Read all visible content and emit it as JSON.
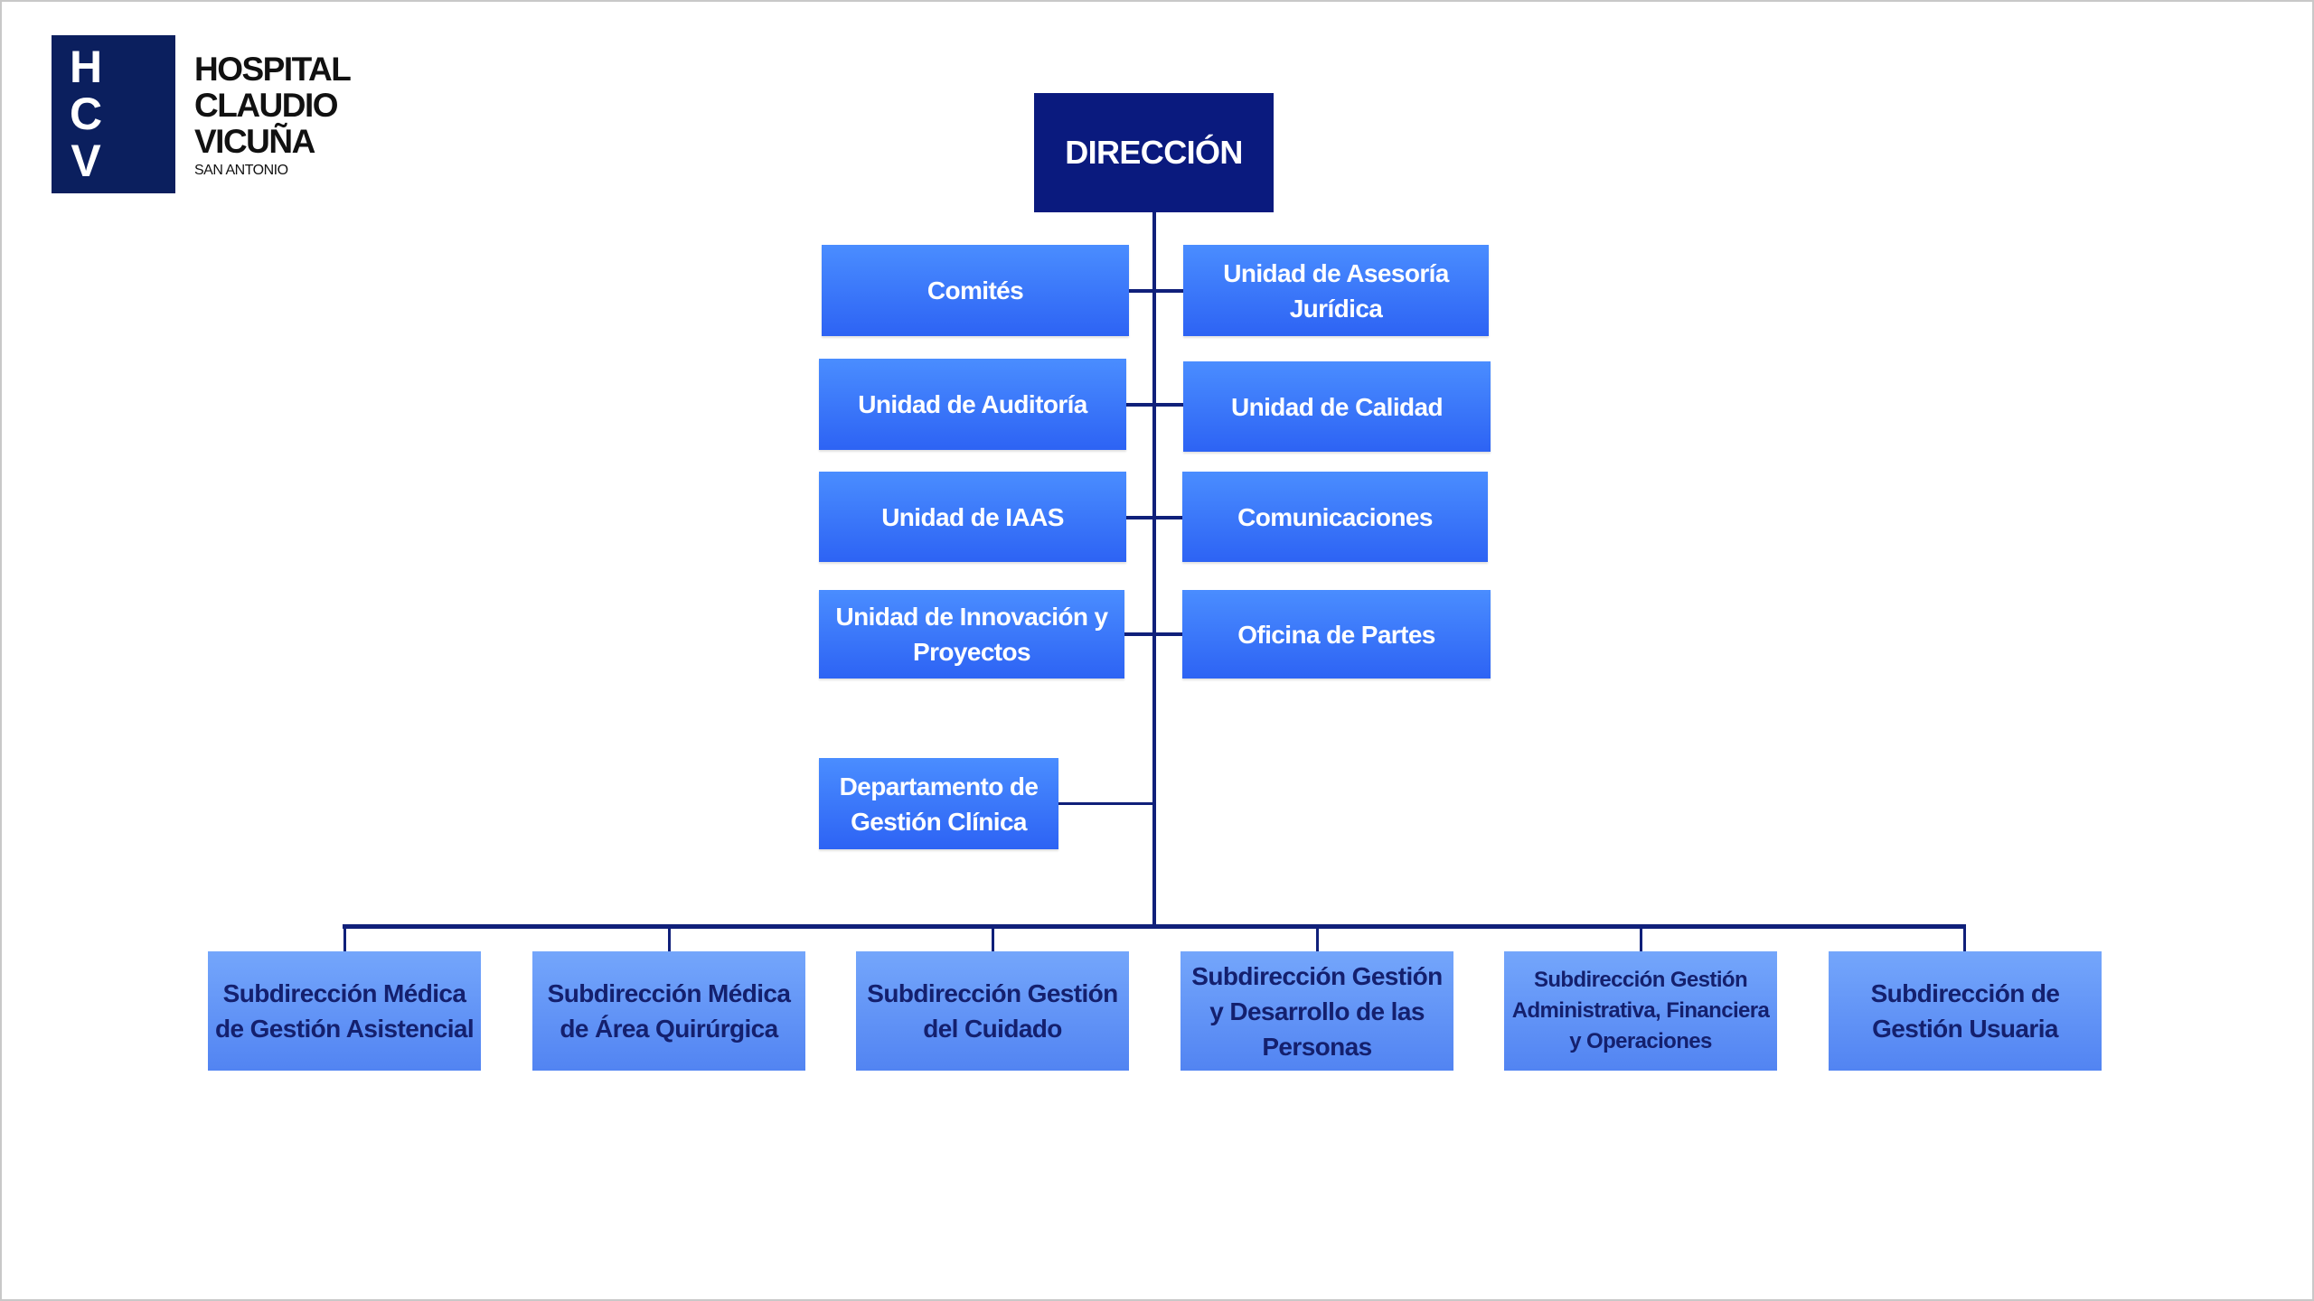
{
  "logo": {
    "letters": [
      "H",
      "C",
      "V"
    ],
    "name_lines": [
      "HOSPITAL",
      "CLAUDIO",
      "VICUÑA"
    ],
    "subtitle": "SAN ANTONIO"
  },
  "colors": {
    "direction": "#0a1a7e",
    "unit": "#3a76fa",
    "subdirection": "#6395f7",
    "line": "#10207a"
  },
  "chart": {
    "root": "DIRECCIÓN",
    "staff_left": [
      "Comités",
      "Unidad de Auditoría",
      "Unidad de IAAS",
      "Unidad de Innovación y Proyectos"
    ],
    "staff_right": [
      "Unidad  de Asesoría Jurídica",
      "Unidad de Calidad",
      "Comunicaciones",
      "Oficina de Partes"
    ],
    "department": "Departamento de Gestión Clínica",
    "subdirections": [
      "Subdirección Médica de Gestión Asistencial",
      "Subdirección Médica de Área Quirúrgica",
      "Subdirección Gestión del Cuidado",
      "Subdirección Gestión y Desarrollo de las Personas",
      "Subdirección Gestión Administrativa, Financiera y Operaciones",
      "Subdirección de Gestión Usuaria"
    ]
  }
}
